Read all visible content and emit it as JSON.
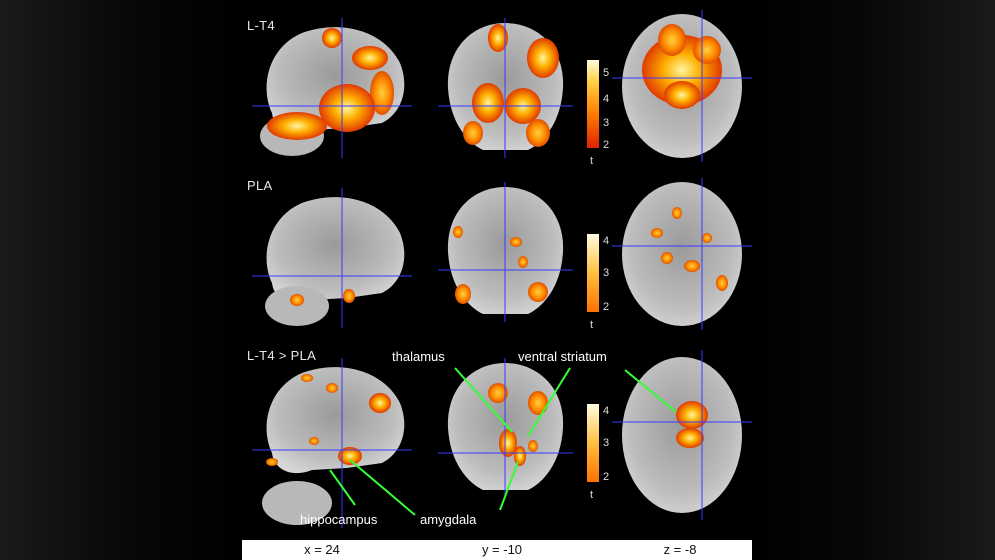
{
  "rows": [
    {
      "label": "L-T4"
    },
    {
      "label": "PLA"
    },
    {
      "label": "L-T4 > PLA"
    }
  ],
  "colorbars": [
    {
      "ticks": [
        "5",
        "4",
        "3",
        "2"
      ],
      "unit": "t"
    },
    {
      "ticks": [
        "4",
        "3",
        "2"
      ],
      "unit": "t"
    },
    {
      "ticks": [
        "4",
        "3",
        "2"
      ],
      "unit": "t"
    }
  ],
  "annotations": {
    "thalamus": "thalamus",
    "ventral_striatum": "ventral striatum",
    "hippocampus": "hippocampus",
    "amygdala": "amygdala"
  },
  "coordinates": {
    "x": "x = 24",
    "y": "y = -10",
    "z": "z = -8"
  },
  "colors": {
    "activation_low": "#e03a00",
    "activation_mid": "#ff8c00",
    "activation_high": "#fff6a0",
    "crosshair": "#3a3aff",
    "annotation_line": "#33ff33"
  }
}
